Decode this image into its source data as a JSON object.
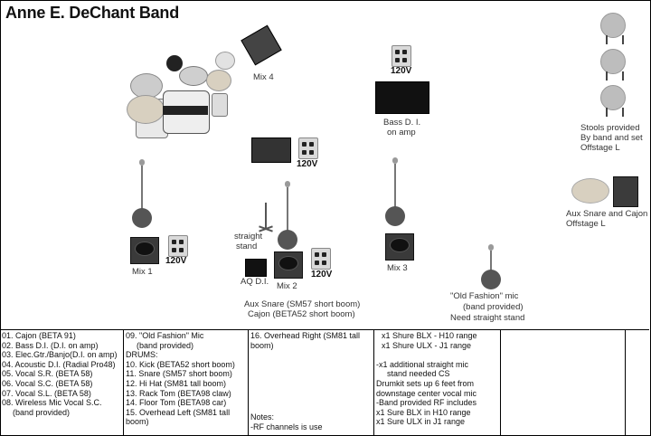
{
  "title": "Anne E. DeChant Band",
  "voltage": "120V",
  "labels": {
    "mix4": "Mix 4",
    "bass_di": "Bass D. I.",
    "bass_di2": "on amp",
    "stools": "Stools provided",
    "stools2": "By band and set",
    "stools3": "Offstage L",
    "aux": "Aux Snare and Cajon",
    "aux2": "Offstage L",
    "mix1": "Mix 1",
    "straight": "straight",
    "straight2": "stand",
    "aq_di": "AQ D.I.",
    "mix2": "Mix 2",
    "mix3": "Mix 3",
    "aux_snare": "Aux Snare (SM57 short boom)",
    "cajon": "Cajon (BETA52 short boom)",
    "oldfashion": "\"Old Fashion\" mic",
    "oldfashion2": "(band provided)",
    "oldfashion3": "Need straight stand"
  },
  "inputs": {
    "col1": [
      "01. Cajon (BETA 91)",
      "02. Bass D.I. (D.I. on amp)",
      "03. Elec.Gtr./Banjo(D.I. on amp)",
      "04. Acoustic D.I. (Radial Pro48)",
      "05. Vocal S.R. (BETA 58)",
      "06. Vocal S.C. (BETA 58)",
      "07. Vocal S.L. (BETA 58)",
      "08. Wireless Mic Vocal S.C.",
      "(band provided)"
    ],
    "col2": [
      "09. \"Old Fashion\" Mic",
      "(band provided)",
      "DRUMS:",
      "10. Kick (BETA52 short boom)",
      "11. Snare (SM57 short boom)",
      "12. Hi Hat (SM81 tall boom)",
      "13. Rack Tom (BETA98 claw)",
      "14. Floor Tom (BETA98 car)",
      "15. Overhead Left (SM81 tall",
      "boom)"
    ],
    "col3": [
      "16. Overhead Right (SM81 tall",
      "boom)"
    ],
    "notes_title": "Notes:",
    "notes_line": "-RF channels is use",
    "col4": [
      "x1 Shure BLX - H10 range",
      "x1 Shure ULX - J1 range",
      "",
      "-x1 additional straight mic",
      "stand needed CS",
      "Drumkit sets up 6 feet from",
      "downstage center vocal mic",
      "-Band provided RF includes",
      "x1 Sure BLX in H10 range",
      "x1 Sure ULX in J1 range"
    ]
  }
}
